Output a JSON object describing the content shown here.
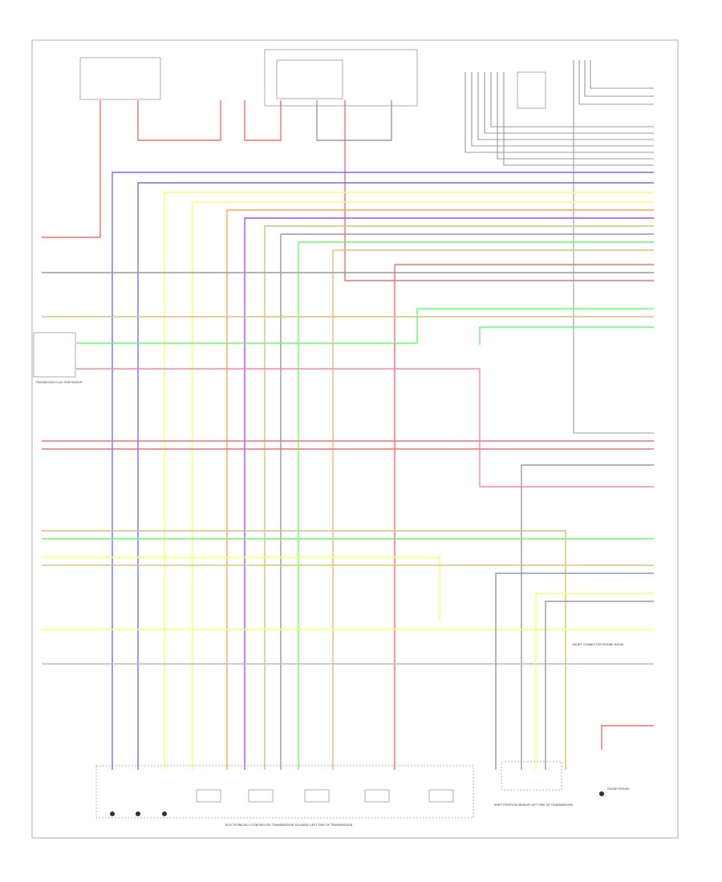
{
  "page_code": "",
  "diagram_title": "",
  "components": {
    "solenoids": {
      "name": "ELECTRONICALLY CONTROLLED TRANSMISSION SOLENOID\nLEFT SIDE OF TRANSMISSION"
    },
    "tcm_connector": {
      "name": "SHIFT POSITION SENSOR\nLEFT SIDE OF TRANSMISSION"
    },
    "ground": {
      "name": "ENGINE\nGROUND"
    },
    "shorting_connector": {
      "name": "SHORT CONNECTOR\nENGINE ROOM"
    },
    "pressure_sensor": {
      "name": "TRANSMISSION\nFLUID TEMP\nSENSOR"
    }
  },
  "colors": {
    "red": "#ff6b6b",
    "blue": "#6f6fff",
    "yellow": "#ffff66",
    "orange": "#ffa64d",
    "purple": "#a64dff",
    "green": "#66ff66",
    "gray": "#999999",
    "tan": "#d9c27a",
    "pink": "#ff80b3",
    "cyan": "#66e0ff",
    "black": "#222222"
  }
}
